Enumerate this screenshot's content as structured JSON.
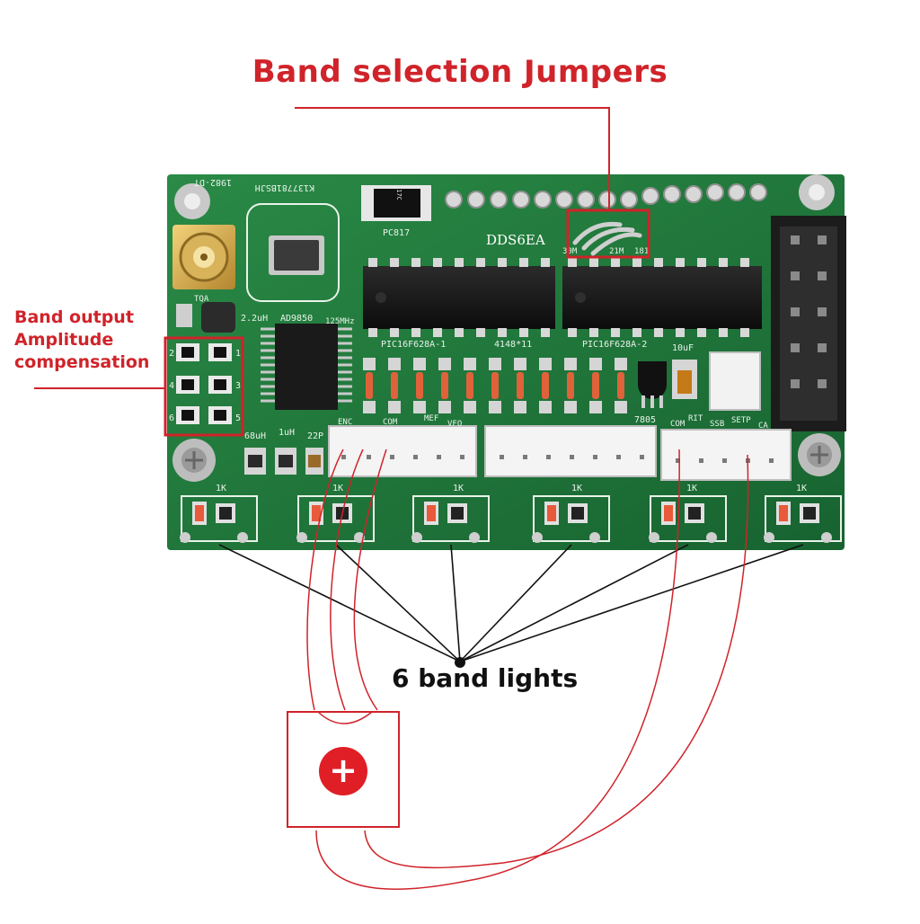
{
  "annotations": {
    "jumpers_title": "Band selection Jumpers",
    "amplitude_lines": [
      "Band output",
      "Amplitude",
      "compensation"
    ],
    "lights_label": "6 band lights",
    "plus_symbol": "+"
  },
  "board": {
    "board_name": "DDS6EA",
    "dds_chip": "AD9850",
    "oscillator_freq": "125MHz",
    "opto": "PC817",
    "opto_part": "817C",
    "mcu_left": "PIC16F628A-1",
    "mcu_right": "PIC16F628A-2",
    "diode_label": "4148*11",
    "regulator": "7805",
    "cap_label": "10uF",
    "serial_top": "K137781BSJH",
    "serial_top_2": "1982-DT",
    "transistor": "TQA",
    "inductor_1": "2.2uH",
    "inductor_2": "68uH",
    "inductor_3": "1uH",
    "cap_2": "22P",
    "jumper_labels": [
      "30M",
      "21M",
      "181"
    ],
    "connector_labels": [
      "ENC",
      "COM",
      "MEF",
      "VFO",
      "COM",
      "RIT",
      "SSB",
      "SETP",
      "CA"
    ],
    "resistor_value": "1K",
    "comp_numbers": [
      "2",
      "1",
      "4",
      "3",
      "6",
      "5"
    ]
  },
  "colors": {
    "annotation_red": "#d0232a",
    "pcb_green": "#1f7a3b",
    "text_black": "#111111"
  }
}
